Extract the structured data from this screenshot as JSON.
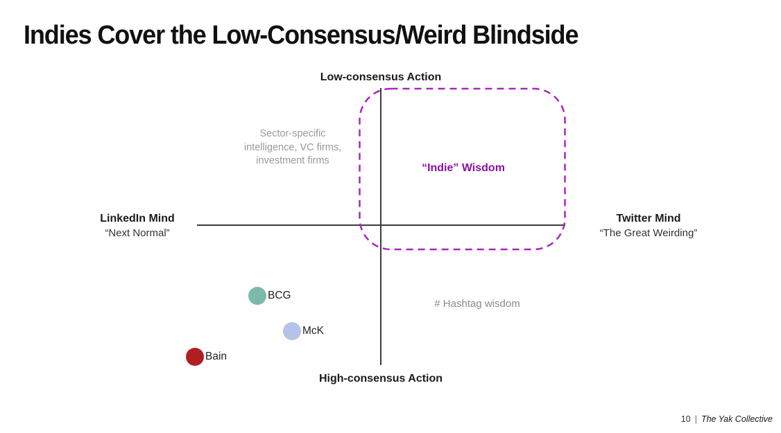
{
  "title": "Indies Cover the Low-Consensus/Weird Blindside",
  "axes": {
    "top_label": "Low-consensus Action",
    "bottom_label": "High-consensus Action",
    "left": {
      "title": "LinkedIn Mind",
      "subtitle": "“Next Normal”"
    },
    "right": {
      "title": "Twitter Mind",
      "subtitle": "“The Great Weirding”"
    }
  },
  "quadrants": {
    "top_left_note": "Sector-specific intelligence, VC firms, investment firms",
    "indie_label": "“Indie” Wisdom",
    "bottom_right_note": "# Hashtag wisdom"
  },
  "points": [
    {
      "label": "BCG",
      "color": "#7db9a8"
    },
    {
      "label": "McK",
      "color": "#b5c2e9"
    },
    {
      "label": "Bain",
      "color": "#b01f23"
    }
  ],
  "footer": {
    "page_number": "10",
    "separator": "|",
    "source": "The Yak Collective"
  },
  "colors": {
    "indie_box_stroke": "#ab25c0",
    "indie_text": "#8a10a5",
    "axis_line": "#3a3a3a",
    "note_text": "#999999"
  }
}
